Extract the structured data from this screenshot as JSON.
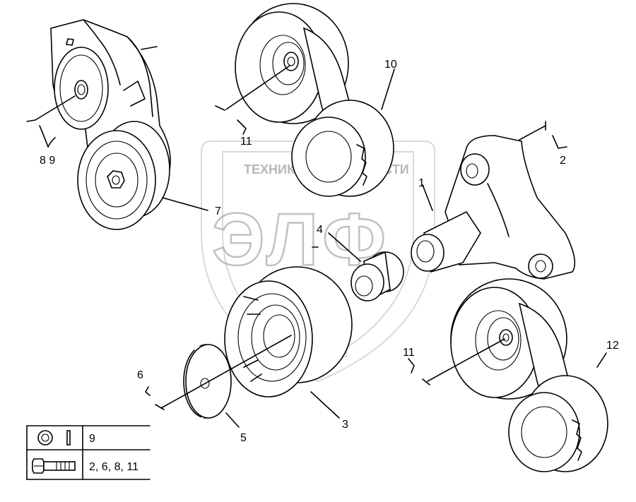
{
  "watermark": {
    "top_text": "ТЕХНИКА",
    "top_text_right": "ЗАПЧАСТИ",
    "logo_text": "ЭЛФ"
  },
  "labels": {
    "n1": "1",
    "n2": "2",
    "n3": "3",
    "n4": "4",
    "n5": "5",
    "n6": "6",
    "n7": "7",
    "n8_9": "8 9",
    "n10": "10",
    "n11_top": "11",
    "n11_right": "11",
    "n12": "12"
  },
  "legend": {
    "rows": [
      {
        "icon": "washer-icon",
        "parts": "9"
      },
      {
        "icon": "bolt-icon",
        "parts": "2, 6, 8, 11"
      }
    ]
  }
}
